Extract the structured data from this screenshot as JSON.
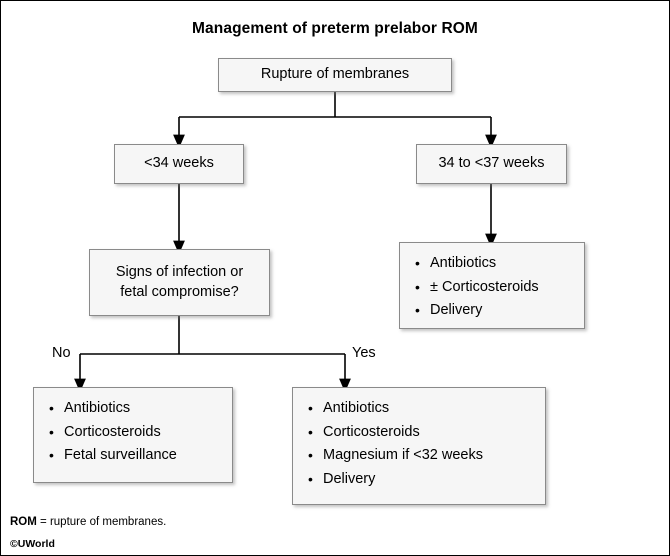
{
  "title": "Management of preterm prelabor ROM",
  "nodes": {
    "root": {
      "label": "Rupture of membranes"
    },
    "lt34": {
      "label": "<34 weeks"
    },
    "wk34to37": {
      "label": "34 to <37 weeks"
    },
    "infection": {
      "label_line1": "Signs of infection or",
      "label_line2": "fetal compromise?"
    },
    "term_mgmt": {
      "items": [
        "Antibiotics",
        "± Corticosteroids",
        "Delivery"
      ]
    },
    "no_branch": {
      "items": [
        "Antibiotics",
        "Corticosteroids",
        "Fetal surveillance"
      ]
    },
    "yes_branch": {
      "items": [
        "Antibiotics",
        "Corticosteroids",
        "Magnesium if <32 weeks",
        "Delivery"
      ]
    }
  },
  "edge_labels": {
    "no": "No",
    "yes": "Yes"
  },
  "footnote": {
    "abbrev": "ROM",
    "text": " = rupture of membranes."
  },
  "copyright": "©UWorld",
  "colors": {
    "box_fill": "#f6f6f6",
    "box_border": "#8a8a8a",
    "line": "#000000"
  }
}
